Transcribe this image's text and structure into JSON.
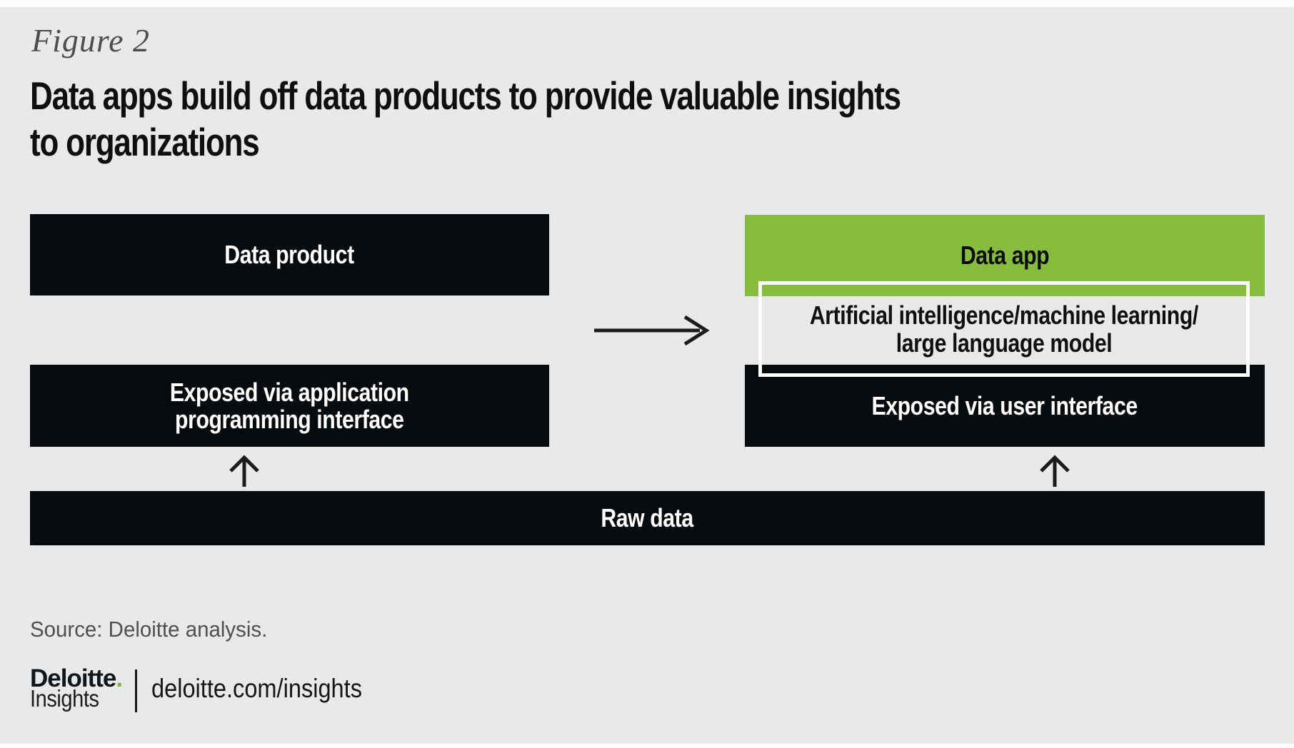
{
  "colors": {
    "background": "#E8E9EA",
    "frame": "#FDFDFD",
    "box_black": "#070B0D",
    "box_green": "#86BD3F",
    "overlay_border": "#FCFDFD",
    "title_text": "#0D0F10",
    "muted_gray_text": "#4B4D4F",
    "logo_dot_green": "#83B83D"
  },
  "header": {
    "figure_label": "Figure 2",
    "title_line1": "Data apps build off data products to provide valuable insights",
    "title_line2": "to organizations"
  },
  "diagram": {
    "data_product_box": {
      "label": "Data product"
    },
    "api_box": {
      "line1": "Exposed via application",
      "line2": "programming interface"
    },
    "data_app_box": {
      "label": "Data app"
    },
    "ai_overlay_box": {
      "line1": "Artificial intelligence/machine learning/",
      "line2": "large language model"
    },
    "ui_box": {
      "label": "Exposed via user interface"
    },
    "raw_data_box": {
      "label": "Raw data"
    },
    "icons": {
      "flow_arrow": "arrow-right",
      "left_feed_arrow": "arrow-up",
      "right_feed_arrow": "arrow-up"
    }
  },
  "footer": {
    "source": "Source: Deloitte analysis.",
    "logo_brand": "Deloitte",
    "logo_dot": ".",
    "logo_sub": "Insights",
    "site_link": "deloitte.com/insights"
  }
}
